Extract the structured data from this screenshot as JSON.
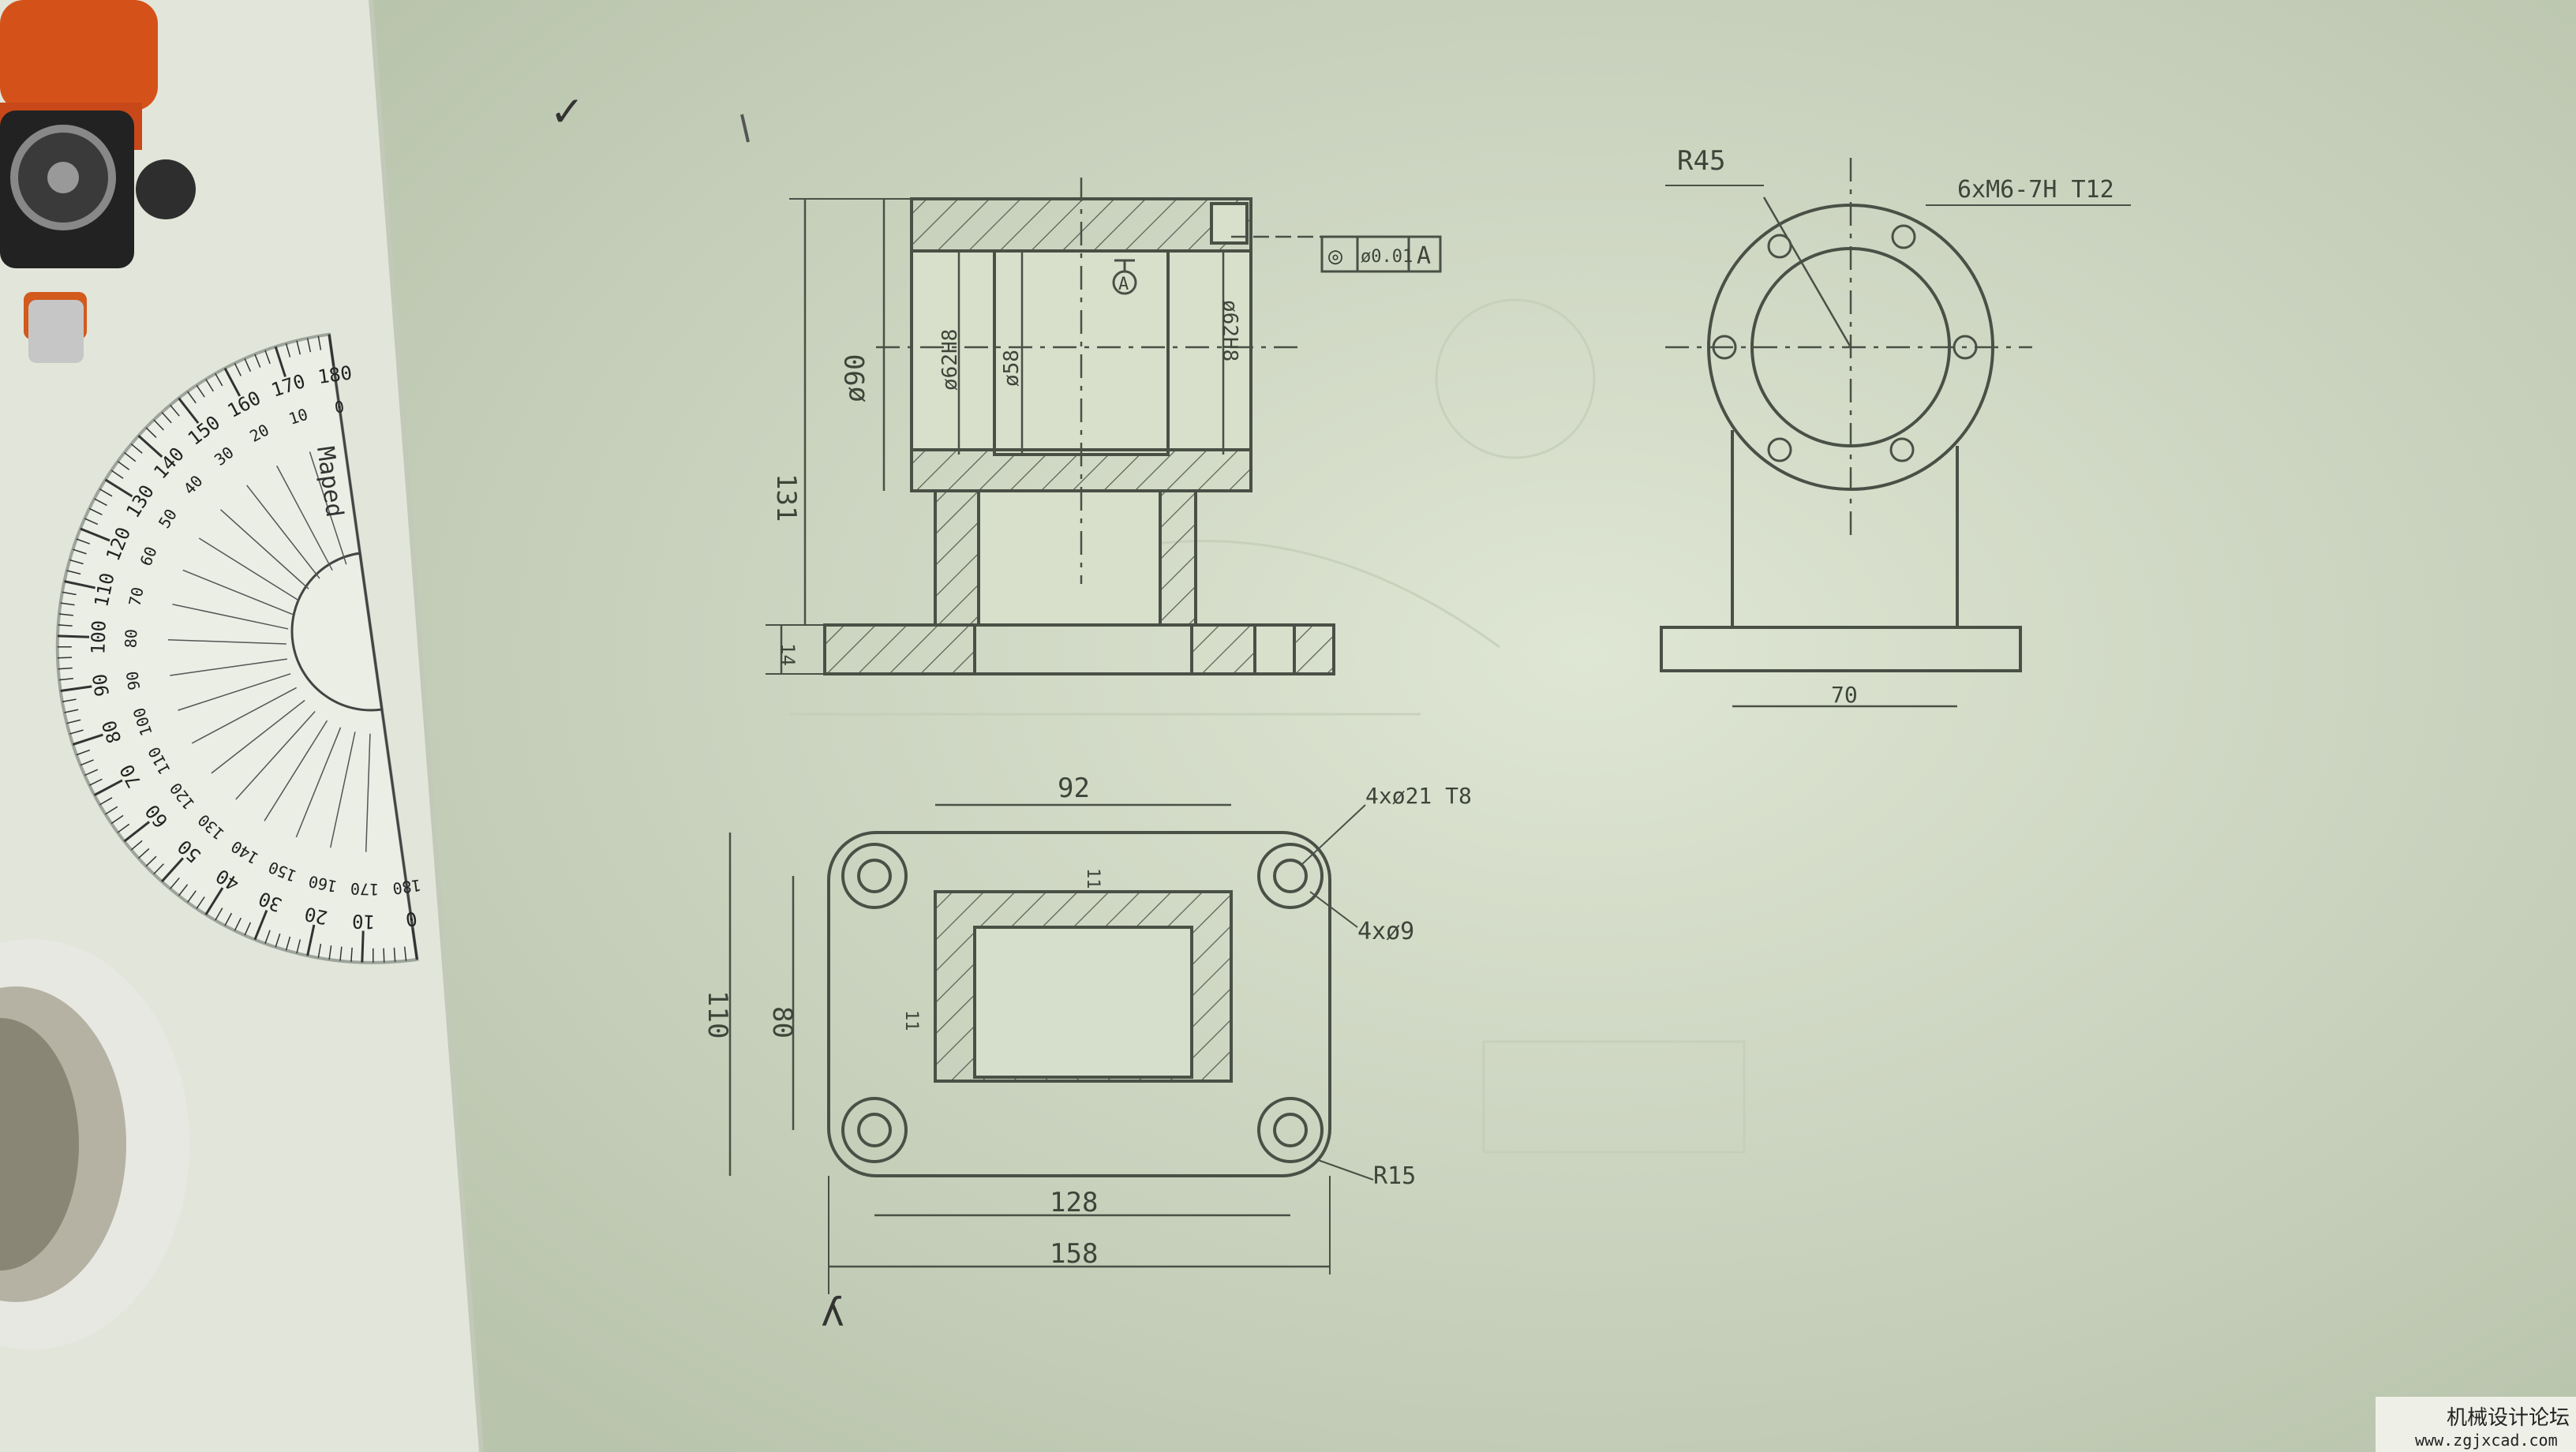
{
  "colors": {
    "paper": "#d4ddc8",
    "pencil": "#4a5046",
    "desk": "#e4e8dc",
    "protractor": "#e9ece3",
    "tool_orange": "#d4521a"
  },
  "protractor": {
    "brand": "Maped",
    "scale_outer": [
      "180",
      "170",
      "160",
      "150",
      "140",
      "130",
      "120",
      "110",
      "100",
      "90",
      "80",
      "70",
      "60",
      "50",
      "40",
      "30",
      "20",
      "10",
      "0"
    ],
    "scale_inner": [
      "0",
      "10",
      "20",
      "30",
      "40",
      "50",
      "60",
      "70",
      "80",
      "90",
      "100",
      "110",
      "120",
      "130",
      "140",
      "150",
      "160",
      "170",
      "180"
    ]
  },
  "drawing": {
    "check_mark": "✓",
    "front_view": {
      "dim_height": "131",
      "dim_base": "14",
      "dim_outer_bore": "ø90",
      "dim_bore_a": "ø62H8",
      "dim_bore_b": "ø58",
      "dim_bore_c": "ø62H8",
      "datum_label": "A",
      "tolerance": {
        "symbol": "◎",
        "value": "ø0.01",
        "datum": "A"
      }
    },
    "side_view": {
      "radius_label": "R45",
      "thread_note": "6xM6-7H T12",
      "dim_width": "70"
    },
    "top_view": {
      "dim_92": "92",
      "dim_110": "110",
      "dim_80": "80",
      "dim_128": "128",
      "dim_158": "158",
      "dim_wall_top": "11",
      "dim_wall_left": "11",
      "counterbore_note": "4xø21 T8",
      "hole_note": "4xø9",
      "corner_radius": "R15"
    }
  },
  "watermark": {
    "title": "机械设计论坛",
    "url": "www.zgjxcad.com"
  }
}
